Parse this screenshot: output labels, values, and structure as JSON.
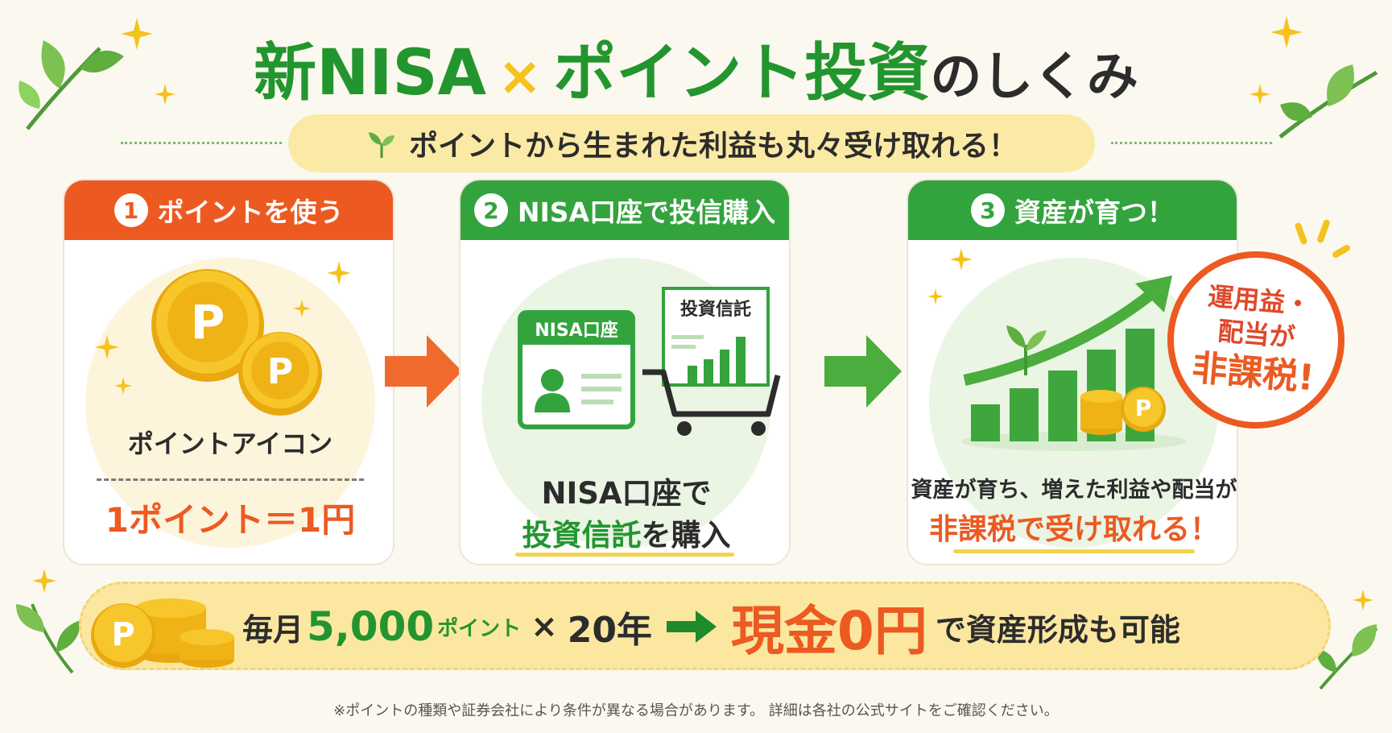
{
  "title": {
    "part1": "新NISA",
    "cross": "×",
    "part2": "ポイント投資",
    "part3": "のしくみ"
  },
  "subtitle": "ポイントから生まれた利益も丸々受け取れる！",
  "steps": [
    {
      "number": "1",
      "heading": "ポイントを使う",
      "icon_label": "ポイントアイコン",
      "rate": "1ポイント＝1円",
      "coin_letter": "P"
    },
    {
      "number": "2",
      "heading": "NISA口座で投信購入",
      "account_label": "NISA口座",
      "fund_label": "投資信託",
      "line1": "NISA口座で",
      "line2_green": "投資信託",
      "line2_rest": "を購入"
    },
    {
      "number": "3",
      "heading": "資産が育つ！",
      "line1": "資産が育ち、増えた利益や配当が",
      "line2": "非課税で受け取れる！",
      "coin_letter": "P"
    }
  ],
  "badge": {
    "line1": "運用益・",
    "line2": "配当が",
    "line3": "非課税!"
  },
  "banner": {
    "monthly": "毎月",
    "amount": "5,000",
    "unit": "ポイント",
    "times": "×",
    "years": "20年",
    "cash": "現金0円",
    "rest": "で資産形成も可能",
    "coin_letter": "P"
  },
  "footnote": "※ポイントの種類や証券会社により条件が異なる場合があります。 詳細は各社の公式サイトをご確認ください。",
  "colors": {
    "green": "#23952f",
    "orange": "#ec5a22",
    "yellow": "#f5c21e",
    "cream": "#fbf9ef"
  }
}
